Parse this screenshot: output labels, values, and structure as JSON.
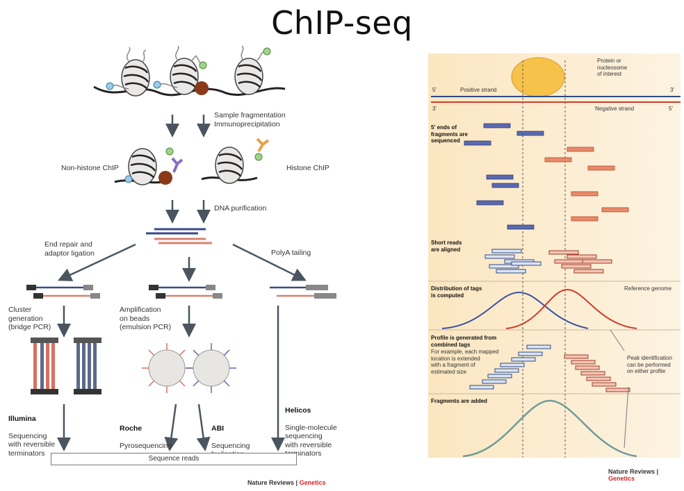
{
  "title": "ChIP-seq",
  "left": {
    "fragmentation": "Sample fragmentation\nImmunoprecipitation",
    "non_histone": "Non-histone ChIP",
    "histone": "Histone ChIP",
    "dna_purification": "DNA purification",
    "end_repair": "End repair and\nadaptor ligation",
    "polya": "PolyA tailing",
    "cluster": "Cluster\ngeneration\n(bridge PCR)",
    "amplification": "Amplification\non beads\n(emulsion PCR)",
    "illumina_name": "Illumina",
    "illumina_desc": "Sequencing\nwith reversible\nterminators",
    "roche_name": "Roche",
    "roche_desc": "Pyrosequencing",
    "abi_name": "ABI",
    "abi_desc": "Sequencing\nby ligation",
    "helicos_name": "Helicos",
    "helicos_desc": "Single-molecule\nsequencing\nwith reversible\nterminators",
    "sequence_reads": "Sequence reads",
    "credit_journal": "Nature Reviews",
    "credit_sep": "|",
    "credit_section": "Genetics"
  },
  "right": {
    "protein": "Protein or\nnucleosome\nof interest",
    "five_prime_left": "5'",
    "positive_strand": "Positive strand",
    "three_prime_right": "3'",
    "three_prime_left": "3'",
    "negative_strand": "Negative strand",
    "five_prime_right": "5'",
    "ends_sequenced": "5' ends of\nfragments are\nsequenced",
    "short_reads": "Short reads\nare aligned",
    "distribution": "Distribution of tags\nis computed",
    "reference_genome": "Reference genome",
    "profile_title": "Profile is generated from\ncombined tags",
    "profile_desc": "For example, each mapped\nlocation is extended\nwith a fragment of\nestimated size",
    "peak_identification": "Peak identification\ncan be performed\non either profile",
    "fragments_added": "Fragments are added",
    "credit_journal": "Nature Reviews",
    "credit_sep": "|",
    "credit_section": "Genetics"
  },
  "colors": {
    "blue_strand": "#2c4a86",
    "red_strand": "#d23a2a",
    "panel_bg": "#fbeed3",
    "protein": "#f6c24a",
    "bead": "#e8e6e2",
    "teal": "#6e9c9a",
    "journal_red": "#d2232a"
  }
}
